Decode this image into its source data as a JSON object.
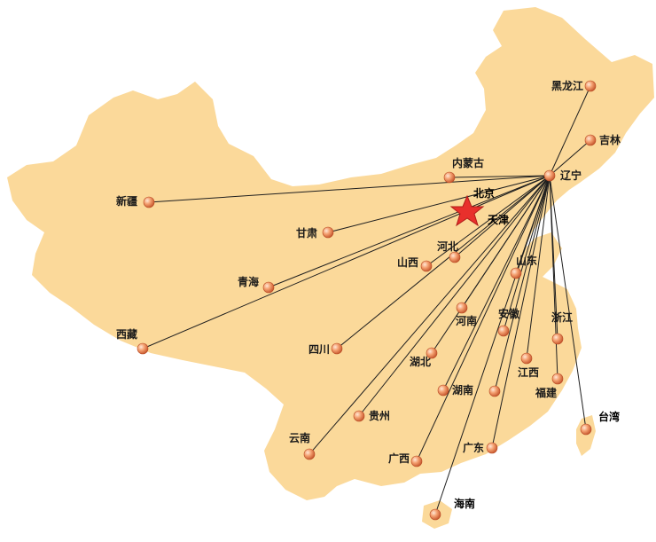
{
  "colors": {
    "land": "#fbd99a",
    "route_line": "#1f1f1f",
    "star": "#e8302c",
    "marker": "#e8875a",
    "label": "#1a1a1a"
  },
  "hub": {
    "name": "辽宁",
    "icon": "orange-dot"
  },
  "capital": {
    "name": "北京",
    "icon": "red-star"
  },
  "tianjin": {
    "name": "天津"
  },
  "provinces": [
    {
      "id": "heilongjiang",
      "name": "黑龙江"
    },
    {
      "id": "jilin",
      "name": "吉林"
    },
    {
      "id": "neimenggu",
      "name": "内蒙古"
    },
    {
      "id": "xinjiang",
      "name": "新疆"
    },
    {
      "id": "gansu",
      "name": "甘肃"
    },
    {
      "id": "hebei",
      "name": "河北"
    },
    {
      "id": "shanxi",
      "name": "山西"
    },
    {
      "id": "shandong",
      "name": "山东"
    },
    {
      "id": "qinghai",
      "name": "青海"
    },
    {
      "id": "xizang",
      "name": "西藏"
    },
    {
      "id": "sichuan",
      "name": "四川"
    },
    {
      "id": "henan",
      "name": "河南"
    },
    {
      "id": "anhui",
      "name": "安徽"
    },
    {
      "id": "zhejiang",
      "name": "浙江"
    },
    {
      "id": "hubei",
      "name": "湖北"
    },
    {
      "id": "jiangxi",
      "name": "江西"
    },
    {
      "id": "hunan",
      "name": "湖南"
    },
    {
      "id": "fujian",
      "name": "福建"
    },
    {
      "id": "guizhou",
      "name": "贵州"
    },
    {
      "id": "yunnan",
      "name": "云南"
    },
    {
      "id": "guangxi",
      "name": "广西"
    },
    {
      "id": "guangdong",
      "name": "广东"
    },
    {
      "id": "taiwan",
      "name": "台湾"
    },
    {
      "id": "hainan",
      "name": "海南"
    }
  ]
}
